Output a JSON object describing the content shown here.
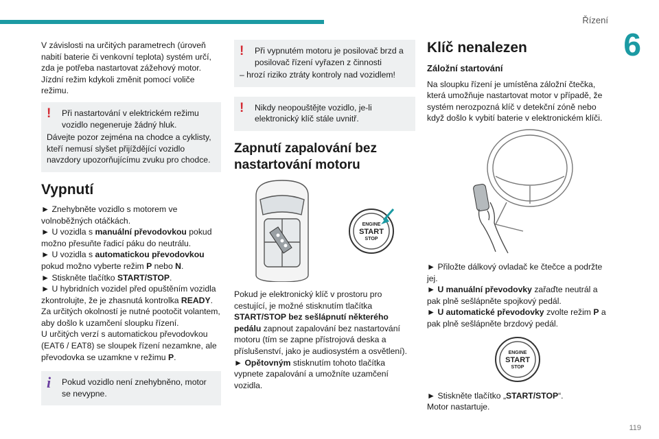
{
  "header": {
    "section": "Řízení",
    "chapter": "6",
    "page_number": "119"
  },
  "col1": {
    "intro": "V závislosti na určitých parametrech (úroveň nabití baterie či venkovní teplota) systém určí, zda je potřeba nastartovat zážehový motor. Jízdní režim kdykoli změnit pomocí voliče režimu.",
    "warning": {
      "first": "Při nastartování v elektrickém režimu vozidlo negeneruje žádný hluk.",
      "rest": "Dávejte pozor zejména na chodce a cyklisty, kteří nemusí slyšet přijíždějící vozidlo navzdory upozorňujícímu zvuku pro chodce."
    },
    "heading": "Vypnutí",
    "steps": [
      {
        "a": "► Znehybněte vozidlo s motorem ve volnoběžných otáčkách."
      },
      {
        "a": "► U vozidla s ",
        "b": "manuální převodovkou",
        "c": " pokud možno přesuňte řadicí páku do neutrálu."
      },
      {
        "a": "► U vozidla s ",
        "b": "automatickou převodovkou",
        "c": " pokud možno vyberte režim ",
        "d": "P",
        "e": " nebo ",
        "f": "N",
        "g": "."
      },
      {
        "a": "► Stiskněte tlačítko ",
        "b": "START/STOP",
        "c": "."
      },
      {
        "a": "► U hybridních vozidel před opuštěním vozidla zkontrolujte, že je zhasnutá kontrolka ",
        "b": "READY",
        "c": "."
      }
    ],
    "para1": "Za určitých okolností je nutné pootočit volantem, aby došlo k uzamčení sloupku řízení.",
    "para2a": "U určitých verzí s automatickou převodovkou (EAT6 / EAT8) se sloupek řízení nezamkne, ale převodovka se uzamkne v režimu ",
    "para2b": "P",
    "para2c": ".",
    "info": "Pokud vozidlo není znehybněno, motor se nevypne."
  },
  "col2": {
    "warning1": {
      "first": "Při vypnutém motoru je posilovač brzd a posilovač řízení vyřazen z činnosti",
      "rest": "– hrozí riziko ztráty kontroly nad vozidlem!"
    },
    "warning2": "Nikdy neopouštějte vozidlo, je-li elektronický klíč stále uvnitř.",
    "heading": "Zapnutí zapalování bez nastartování motoru",
    "button": {
      "l1": "ENGINE",
      "l2": "START",
      "l3": "STOP"
    },
    "p_a": "Pokud je elektronický klíč v prostoru pro cestující, je možné stisknutím tlačítka ",
    "p_b": "START/STOP bez sešlápnutí některého pedálu",
    "p_c": " zapnout zapalování bez nastartování motoru (tím se zapne přístrojová deska a příslušenství, jako je audiosystém a osvětlení).",
    "p2_a": "► ",
    "p2_b": "Opětovným",
    "p2_c": " stisknutím tohoto tlačítka vypnete zapalování a umožníte uzamčení vozidla."
  },
  "col3": {
    "heading": "Klíč nenalezen",
    "subheading": "Záložní startování",
    "intro": "Na sloupku řízení je umístěna záložní čtečka, která umožňuje nastartovat motor v případě, že systém nerozpozná klíč v detekční zóně nebo když došlo k vybití baterie v elektronickém klíči.",
    "s1": "► Přiložte dálkový ovladač ke čtečce a podržte jej.",
    "s2_a": "► ",
    "s2_b": "U manuální převodovky",
    "s2_c": " zařaďte neutrál a pak plně sešlápněte spojkový pedál.",
    "s3_a": "► ",
    "s3_b": "U automatické převodovky",
    "s3_c": " zvolte režim ",
    "s3_d": "P",
    "s3_e": " a pak plně sešlápněte brzdový pedál.",
    "button": {
      "l1": "ENGINE",
      "l2": "START",
      "l3": "STOP"
    },
    "s4_a": "► Stiskněte tlačítko „",
    "s4_b": "START/STOP",
    "s4_c": "“.",
    "s5": "Motor nastartuje."
  }
}
